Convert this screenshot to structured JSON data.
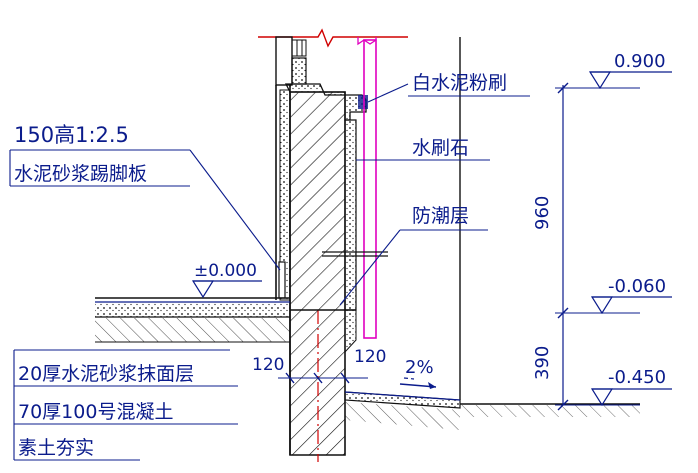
{
  "labels": {
    "skirting_spec": "150高1:2.5",
    "skirting_name": "水泥砂浆踢脚板",
    "white_cement": "白水泥粉刷",
    "terrazzo": "水刷石",
    "damp_proof": "防潮层",
    "floor_finish": "20厚水泥砂浆抹面层",
    "concrete": "70厚100号混凝土",
    "soil": "素土夯实"
  },
  "elevations": {
    "e1": "0.900",
    "e2": "-0.060",
    "e3": "-0.450",
    "floor": "±0.000"
  },
  "dimensions": {
    "d960": "960",
    "d390": "390",
    "w_left": "120",
    "w_right": "120"
  },
  "slope": "2%",
  "colors": {
    "outline": "#111111",
    "annotation": "#0b1c8c",
    "red_axis": "#d00000",
    "magenta_pipe": "#e000c0"
  }
}
